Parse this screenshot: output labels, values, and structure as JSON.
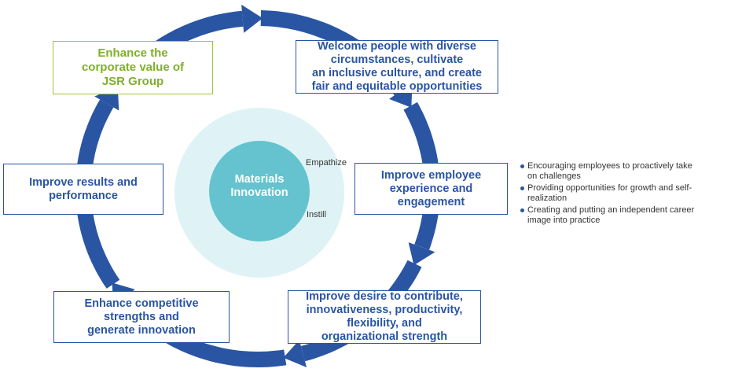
{
  "center": {
    "title_lines": [
      "Materials",
      "Innovation"
    ],
    "inner_label_top": "Empathize",
    "inner_label_bottom": "Instill"
  },
  "boxes": {
    "corporate_value": [
      "Enhance the",
      "corporate value of",
      "JSR Group"
    ],
    "welcome": [
      "Welcome people with diverse",
      "circumstances, cultivate",
      "an inclusive culture, and create",
      "fair and equitable opportunities"
    ],
    "experience": [
      "Improve employee",
      "experience and",
      "engagement"
    ],
    "desire": [
      "Improve desire to contribute,",
      "innovativeness, productivity,",
      "flexibility, and",
      "organizational strength"
    ],
    "competitive": [
      "Enhance competitive",
      "strengths and",
      "generate innovation"
    ],
    "results": [
      "Improve results and",
      "performance"
    ]
  },
  "bullets": [
    {
      "lines": [
        "Encouraging employees to proactively take",
        "on challenges"
      ]
    },
    {
      "lines": [
        "Providing opportunities for growth and self-realization"
      ]
    },
    {
      "lines": [
        "Creating and putting an independent career",
        "image into practice"
      ]
    }
  ],
  "colors": {
    "ring_blue": "#2a55a3",
    "box_border_blue": "#2a55a3",
    "box_border_green": "#9fc43a",
    "green_text": "#7fb02a",
    "outer_circle": "#dff3f6",
    "inner_circle": "#64c3cf"
  }
}
